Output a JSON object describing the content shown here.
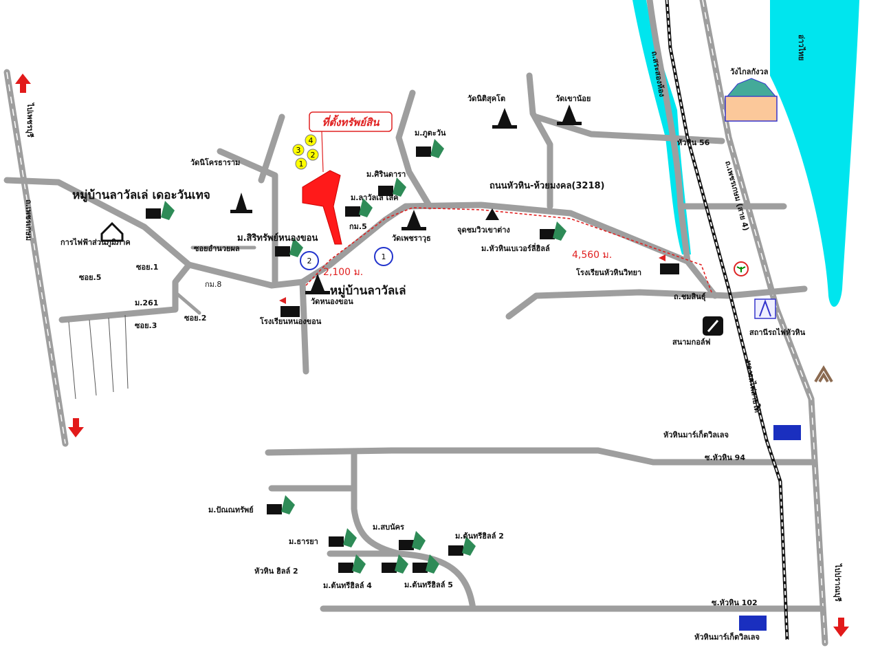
{
  "title": "ที่ตั้งทรัพย์สิน",
  "colors": {
    "road": "#9e9e9e",
    "sea": "#00e5ee",
    "route": "#e02020",
    "marker": "#ff1a1a",
    "badge": "#ffff00"
  },
  "markers": {
    "yellow": [
      "1",
      "2",
      "3",
      "4"
    ],
    "blue": [
      "1",
      "2"
    ]
  },
  "distances": {
    "short": "2,100 ม.",
    "long": "4,560 ม."
  },
  "labels": {
    "lavalle_vantage": "หมู่บ้านลาวัลเล่ เดอะวันเทจ",
    "wat_nikrot": "วัดนิโครธาราม",
    "phutawan": "ม.ภูตะวัน",
    "sirindara": "ม.ศิรินดารา",
    "lavalle_lake": "ม.ลาวัลเล่ เลค",
    "km5": "กม.5",
    "wat_phetcharawut": "วัดเพชราวุธ",
    "viewpoint": "จุดชมวิวเขาต่าง",
    "beverly": "ม.หัวหินเบเวอร์ลี่ฮิลล์",
    "road3218": "ถนนหัวหิน-ห้วยมงคล(3218)",
    "school_huahin": "โรงเรียนหัวหินวิทยา",
    "chomsin": "ถ.ชมสินธุ์",
    "sirisap": "ม.สิริทรัพย์หนองขอน",
    "lavalle": "หมู่บ้านลาวัลเล่",
    "wat_nongkhon": "วัดหนองขอน",
    "school_nongkhon": "โรงเรียนหนองขอน",
    "km8": "กม.8",
    "soi_amnuayphon": "ซอยอำนวยผล",
    "soi1": "ซอย.1",
    "soi5": "ซอย.5",
    "m261": "ม.261",
    "soi2": "ซอย.2",
    "soi3": "ซอย.3",
    "pea": "การไฟฟ้าส่วนภูมิภาค",
    "wat_nitisukkhato": "วัดนิติสุคโต",
    "wat_khaonoi": "วัดเขาน้อย",
    "huahin56": "หัวหิน 56",
    "palace": "วังไกลกังวล",
    "sea": "อ่าวไทย",
    "golf": "สนามกอล์ฟ",
    "station": "สถานีรถไฟหัวหิน",
    "market1": "หัวหินมาร์เก็ตวิลเลจ",
    "soi94": "ซ.หัวหิน 94",
    "soi102": "ซ.หัวหิน 102",
    "market2": "หัวหินมาร์เก็ตวิลเลจ",
    "pannasap": "ม.ปัณณทรัพย์",
    "tharaya": "ม.ธารยา",
    "sobnak": "ม.สบนัคร",
    "tonhill2": "ม.ต้นทรีฮิลล์ 2",
    "hhhill2": "หัวหิน ฮิลล์ 2",
    "tonhill4": "ม.ต้นทรีฮิลล์ 4",
    "tonhill5": "ม.ต้นทรีฮิลล์ 5",
    "to_phetchaburi": "ไปเพชรบุรี",
    "phetkasem_left": "ถ.เพชรเกษม",
    "phetkasem_right": "ถ.เพชรเกษม (สาย 4)",
    "to_pranburi": "ไปปราณบุรี",
    "railway": "ทางรถไฟสายใต้",
    "canal": "ถ.สระสองห้อง"
  }
}
